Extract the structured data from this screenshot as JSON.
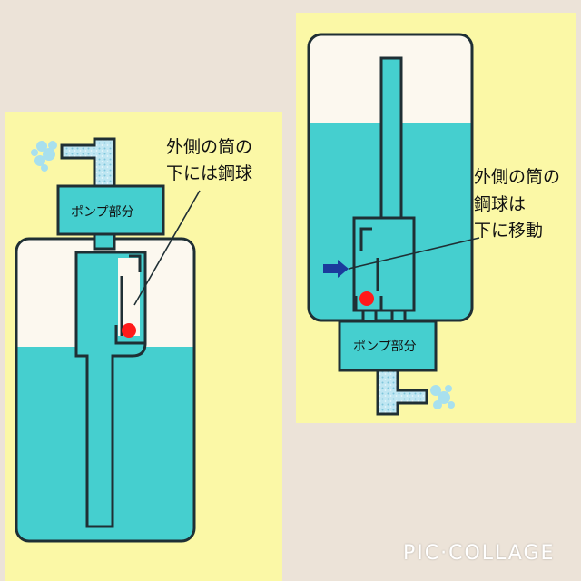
{
  "colors": {
    "background": "#ece3d8",
    "panel": "#fbf8a6",
    "liquid": "#45cfcf",
    "air": "#fcf8ef",
    "outline": "#1f2f34",
    "ball": "#ff1a1a",
    "arrow": "#1b3b9c",
    "spray": "#a8e0ee"
  },
  "left_panel": {
    "pump_label": "ポンプ部分",
    "annotation_line1": "外側の筒の",
    "annotation_line2": "下には鋼球"
  },
  "right_panel": {
    "pump_label": "ポンプ部分",
    "annotation_line1": "外側の筒の",
    "annotation_line2": "鋼球は",
    "annotation_line3": "下に移動"
  },
  "watermark": {
    "text": "PIC·COLLAGE"
  }
}
